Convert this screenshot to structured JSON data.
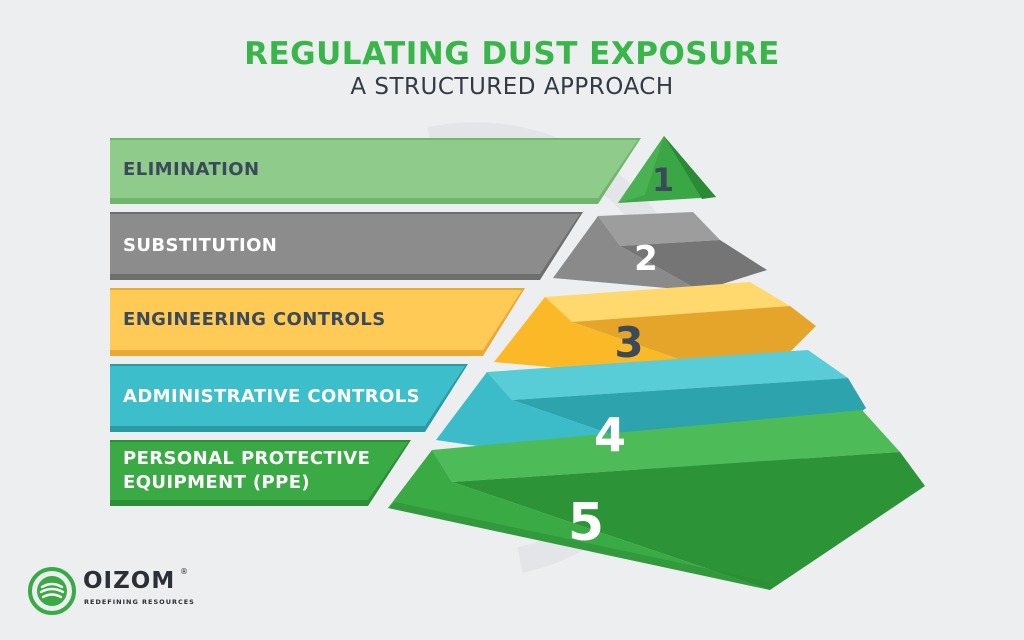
{
  "title": "REGULATING DUST EXPOSURE",
  "subtitle": "A STRUCTURED APPROACH",
  "levels": [
    {
      "rank": "1",
      "label": "ELIMINATION"
    },
    {
      "rank": "2",
      "label": "SUBSTITUTION"
    },
    {
      "rank": "3",
      "label": "ENGINEERING CONTROLS"
    },
    {
      "rank": "4",
      "label": "ADMINISTRATIVE CONTROLS"
    },
    {
      "rank": "5",
      "label": "PERSONAL PROTECTIVE EQUIPMENT (PPE)"
    }
  ],
  "logo": {
    "name": "OIZOM",
    "registered": "®",
    "tagline": "REDEFINING RESOURCES"
  },
  "colors": {
    "background": "#eceef0",
    "title": "#3ab54a",
    "subtitle": "#333a45",
    "label_text": "#3b4a5a",
    "label_text_light": "#ffffff",
    "number_dark": "#3b4a5a",
    "number_light": "#ffffff",
    "elimination": "#8fcb8a",
    "substitution": "#8c8c8c",
    "engineering": "#ffca55",
    "administrative": "#3dbfcb",
    "ppe": "#3aaa45"
  }
}
